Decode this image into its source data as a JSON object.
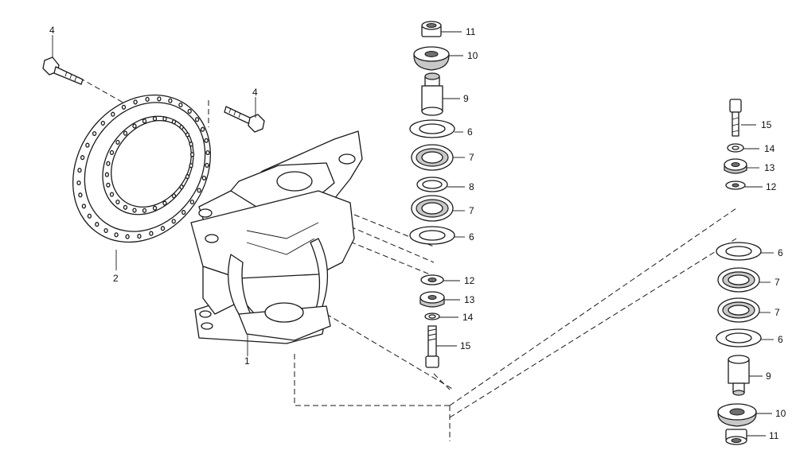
{
  "callouts": {
    "c1": "1",
    "c2": "2",
    "c4a": "4",
    "c4b": "4",
    "c6a": "6",
    "c6b": "6",
    "c7a": "7",
    "c7b": "7",
    "c8": "8",
    "c9": "9",
    "c10": "10",
    "c11": "11",
    "c12": "12",
    "c13": "13",
    "c14": "14",
    "c15": "15",
    "r15": "15",
    "r14": "14",
    "r13": "13",
    "r12": "12",
    "r6a": "6",
    "r7a": "7",
    "r7b": "7",
    "r6b": "6",
    "r9": "9",
    "r10": "10",
    "r11": "11"
  }
}
